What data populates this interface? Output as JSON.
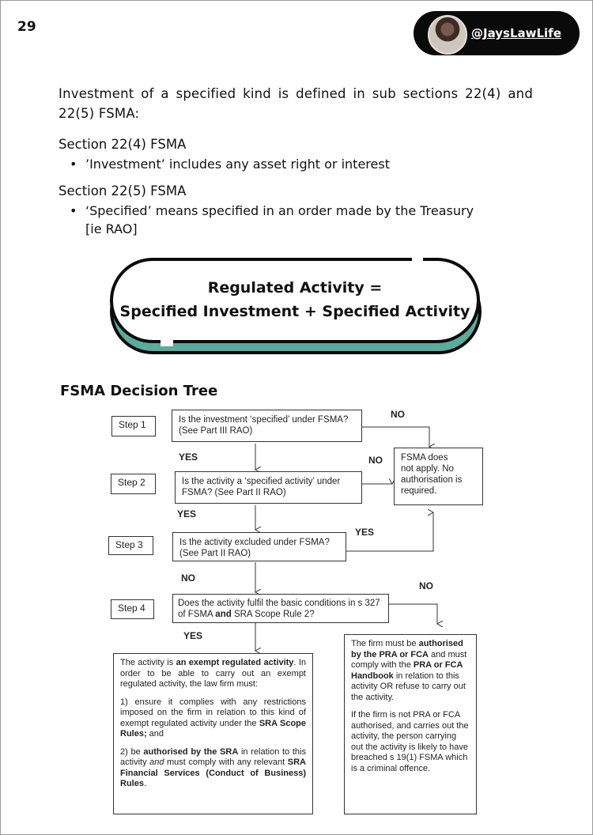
{
  "page_number": "29",
  "handle": "@JaysLawLife",
  "intro": "Investment of a specified kind is defined in sub sections 22(4) and 22(5) FSMA:",
  "section1": {
    "heading": "Section 22(4) FSMA",
    "bullet": "’Investment’ includes any asset right or interest"
  },
  "section2": {
    "heading": "Section 22(5) FSMA",
    "bullet_line1": "‘Specified’ means specified in an order made by the Treasury",
    "bullet_line2": "[ie  RAO]"
  },
  "equation": {
    "line1": "Regulated Activity =",
    "line2": "Specified Investment + Specified Activity"
  },
  "tree": {
    "title": "FSMA Decision Tree",
    "steps": [
      "Step 1",
      "Step 2",
      "Step 3",
      "Step 4"
    ],
    "questions": {
      "q1_line1": "Is the investment ‘specified’ under FSMA?",
      "q1_line2": "(See Part III RAO)",
      "q2_line1": "Is the activity a ‘specified activity’ under",
      "q2_line2": "FSMA? (See Part II RAO)",
      "q3_line1": "Is the activity excluded under FSMA?",
      "q3_line2": "(See Part II RAO)",
      "q4_line1": "Does the activity fulfil the basic conditions in s 327",
      "q4_pre": "of FSMA ",
      "q4_bold": "and",
      "q4_post": " SRA Scope Rule 2?"
    },
    "labels": {
      "yes1": "YES",
      "yes2": "YES",
      "yes3": "YES",
      "yes4": "YES",
      "no1": "NO",
      "no2": "NO",
      "no3": "NO",
      "no4": "NO"
    },
    "no_fsma": {
      "line1": "FSMA does",
      "line2": "not apply. No",
      "line3": "authorisation is",
      "line4": "required."
    },
    "exempt": {
      "p1_a": "The activity is ",
      "p1_b": "an exempt regulated activity",
      "p1_c": ". In order to be able to carry out an exempt regulated activity, the law firm must:",
      "p2_a": "1)  ensure it complies with any restrictions imposed on the firm in relation to this kind of exempt regulated activity under the ",
      "p2_b": "SRA Scope Rules;",
      "p2_c": " and",
      "p3_a": "2) be ",
      "p3_b": "authorised by the SRA",
      "p3_c": " in relation to this activity ",
      "p3_d": "and",
      "p3_e": " must comply with any relevant ",
      "p3_f": "SRA Financial Services (Conduct of Business) Rules",
      "p3_g": "."
    },
    "authorised": {
      "p1_a": "The firm must be ",
      "p1_b": "authorised by the PRA or FCA",
      "p1_c": " and must comply with the ",
      "p1_d": "PRA or FCA Handbook",
      "p1_e": " in relation to this activity OR refuse to carry out the activity.",
      "p2": "If the firm is not PRA or FCA authorised, and carries out the activity, the person carrying out the activity is likely to have breached s 19(1) FSMA which is a criminal offence."
    }
  }
}
